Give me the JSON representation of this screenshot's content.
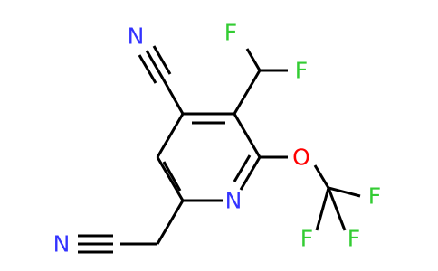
{
  "molecule": {
    "atoms": {
      "n_top": {
        "symbol": "N"
      },
      "f_upper_left": {
        "symbol": "F"
      },
      "f_upper_right": {
        "symbol": "F"
      },
      "o_ether": {
        "symbol": "O"
      },
      "n_ring": {
        "symbol": "N"
      },
      "n_bottom": {
        "symbol": "N"
      },
      "f_cf3_right": {
        "symbol": "F"
      },
      "f_cf3_bottom_left": {
        "symbol": "F"
      },
      "f_cf3_bottom_right": {
        "symbol": "F"
      }
    }
  },
  "colors": {
    "bond": "#000000",
    "nitrogen": "#3333ff",
    "fluorine": "#33cc33",
    "oxygen": "#ff0000",
    "background": "#ffffff"
  }
}
